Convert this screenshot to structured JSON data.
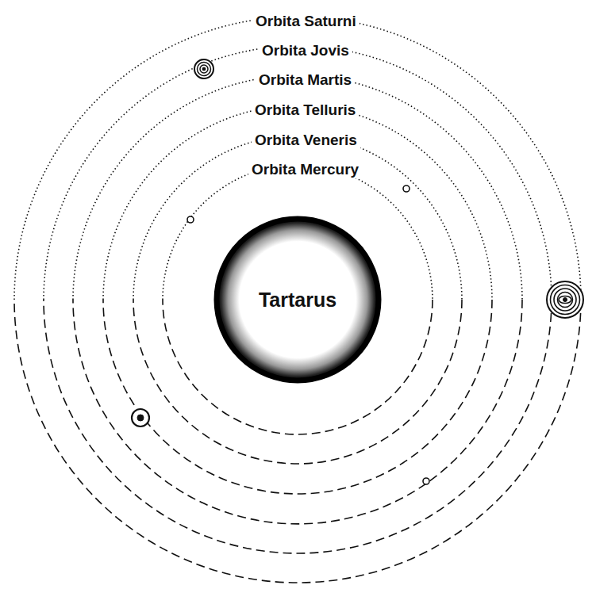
{
  "diagram": {
    "nodes": [
      {
        "text": [
          "Tartarus"
        ]
      }
    ],
    "labels": [
      "Orbita Saturni",
      "Orbita Jovis",
      "Orbita Martis",
      "Orbita Telluris",
      "Orbita Veneris",
      "Orbita Mercury"
    ]
  }
}
